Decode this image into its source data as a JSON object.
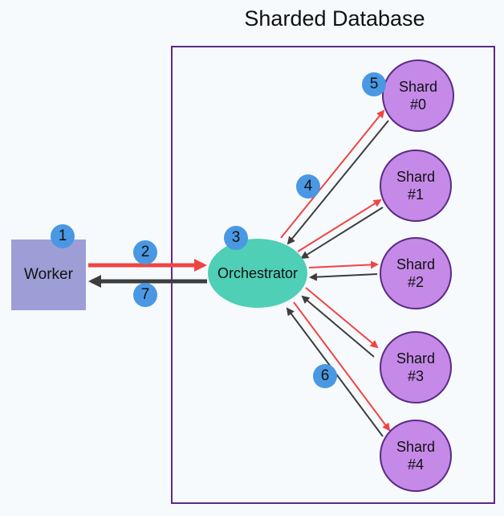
{
  "title": "Sharded Database",
  "worker": {
    "label": "Worker"
  },
  "orchestrator": {
    "label": "Orchestrator"
  },
  "shards": [
    {
      "line1": "Shard",
      "line2": "#0"
    },
    {
      "line1": "Shard",
      "line2": "#1"
    },
    {
      "line1": "Shard",
      "line2": "#2"
    },
    {
      "line1": "Shard",
      "line2": "#3"
    },
    {
      "line1": "Shard",
      "line2": "#4"
    }
  ],
  "steps": [
    "1",
    "2",
    "3",
    "4",
    "5",
    "6",
    "7"
  ],
  "colors": {
    "request_arrow": "#f04444",
    "response_arrow": "#3d3d3d",
    "worker_fill": "#9d9ed6",
    "orchestrator_fill": "#4fcfb5",
    "shard_fill": "#c589e8",
    "border": "#5b2a86",
    "badge_fill": "#4a98e3"
  }
}
